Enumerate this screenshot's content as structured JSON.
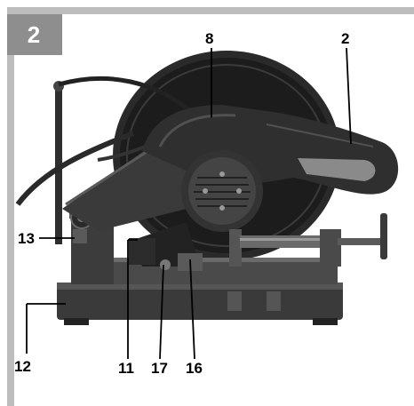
{
  "figure": {
    "number": "2",
    "frame_color": "#bdbdbd",
    "badge_color": "#8e8e8e"
  },
  "callouts": {
    "c8": "8",
    "c2": "2",
    "c13": "13",
    "c12": "12",
    "c11": "11",
    "c17": "17",
    "c16": "16"
  },
  "icons": {
    "machine": "cut-off-saw-illustration"
  }
}
